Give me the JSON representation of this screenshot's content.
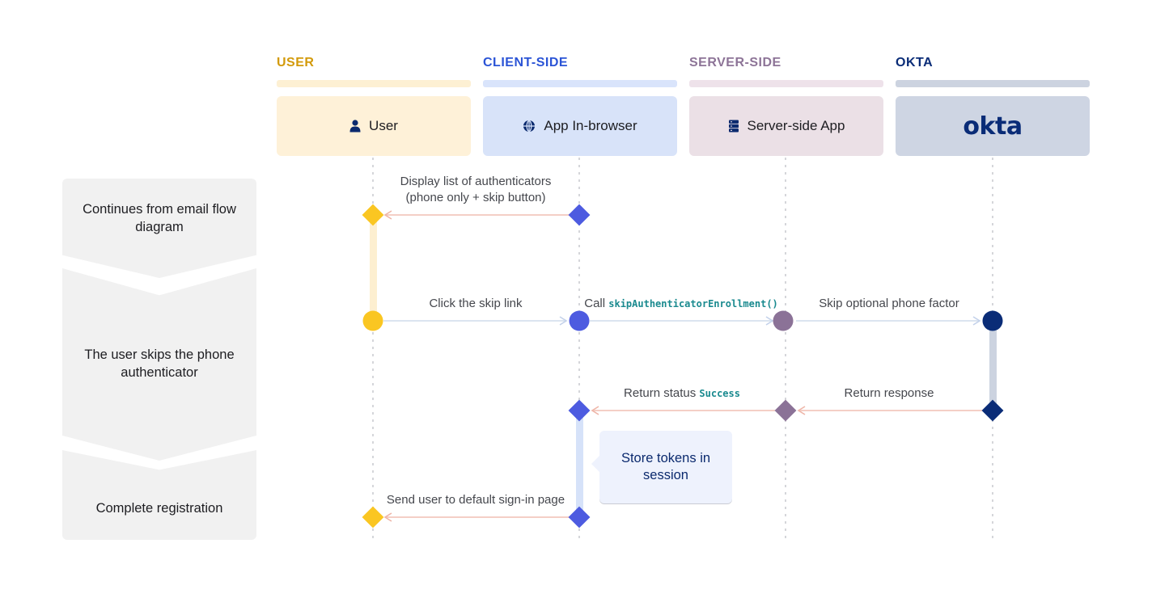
{
  "lanes": [
    {
      "title": "USER",
      "box_label": "User",
      "icon": "person-icon",
      "title_color": "#d39a0b",
      "bar_color": "#fdf0d3",
      "box_color": "#fef1d8"
    },
    {
      "title": "CLIENT-SIDE",
      "box_label": "App In-browser",
      "icon": "globe-icon",
      "title_color": "#2b54d6",
      "bar_color": "#d9e4fb",
      "box_color": "#d8e3f9"
    },
    {
      "title": "SERVER-SIDE",
      "box_label": "Server-side App",
      "icon": "server-icon",
      "title_color": "#8d7497",
      "bar_color": "#eee2ea",
      "box_color": "#ebe0e6"
    },
    {
      "title": "OKTA",
      "box_label": "okta",
      "icon": "okta-logo",
      "title_color": "#0a2c77",
      "bar_color": "#ccd3e0",
      "box_color": "#ced5e3"
    }
  ],
  "steps": [
    {
      "label": "Continues from email flow diagram"
    },
    {
      "label": "The user skips the phone authenticator"
    },
    {
      "label": "Complete registration"
    }
  ],
  "messages": {
    "display_list_line1": "Display list of authenticators",
    "display_list_line2": "(phone only + skip button)",
    "click_skip": "Click the skip link",
    "call_prefix": "Call ",
    "call_code": "skipAuthenticatorEnrollment()",
    "skip_optional": "Skip optional phone factor",
    "return_status_prefix": "Return status ",
    "return_status_code": "Success",
    "return_response": "Return response",
    "send_user": "Send user to default sign-in page"
  },
  "note": {
    "text": "Store tokens in session"
  },
  "colors": {
    "user_node": "#fac622",
    "client_node": "#4d5be0",
    "server_node": "#8b7297",
    "okta_node": "#0a2c77",
    "request_arrow": "#dbe4f0",
    "response_arrow": "#f4cfc6",
    "lifeline": "#d5d6da"
  }
}
